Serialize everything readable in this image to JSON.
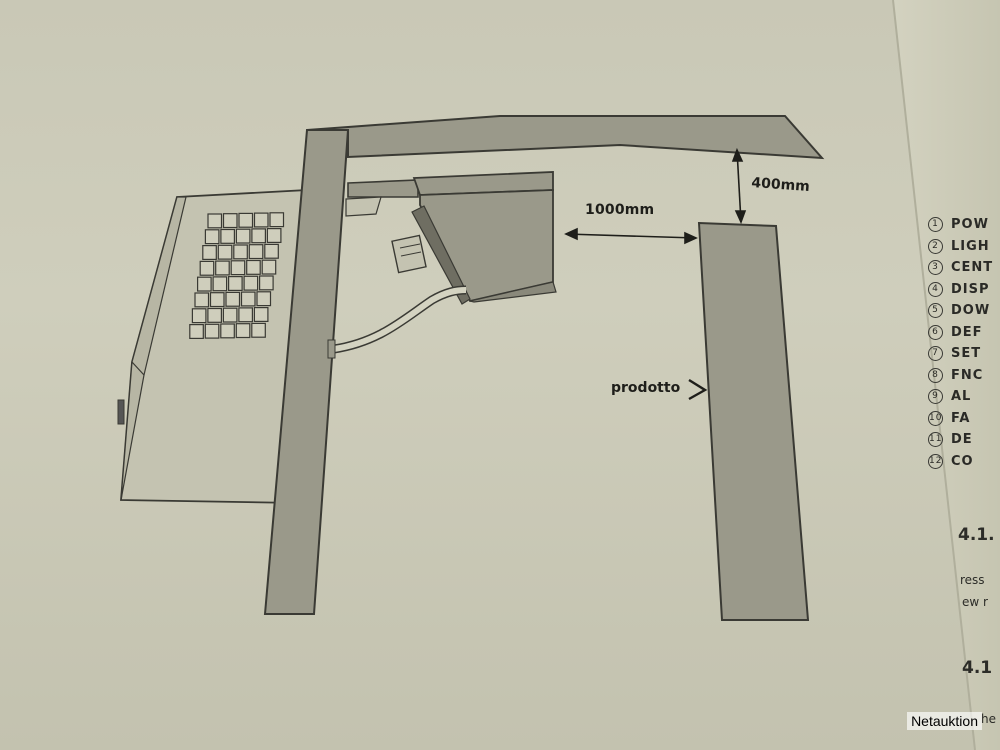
{
  "figure": {
    "dim_horizontal": "1000mm",
    "dim_vertical": "400mm",
    "product_label": "prodotto"
  },
  "right_page": {
    "list": [
      {
        "num": "1",
        "text": "POW"
      },
      {
        "num": "2",
        "text": "LIGH"
      },
      {
        "num": "3",
        "text": "CENT"
      },
      {
        "num": "4",
        "text": "DISP"
      },
      {
        "num": "5",
        "text": "DOW"
      },
      {
        "num": "6",
        "text": "DEF"
      },
      {
        "num": "7",
        "text": "SET"
      },
      {
        "num": "8",
        "text": "FNC"
      },
      {
        "num": "9",
        "text": "AL"
      },
      {
        "num": "10",
        "text": "FA"
      },
      {
        "num": "11",
        "text": "DE"
      },
      {
        "num": "12",
        "text": "CO"
      }
    ],
    "section_1": "4.1.",
    "fragment_1": "ress",
    "fragment_2": "ew r",
    "section_2": "4.1",
    "fragment_3": "he"
  },
  "watermark": "Netauktion",
  "colors": {
    "paper": "#cfcebc",
    "drawing_fill": "#9a998a",
    "drawing_stroke": "#3a3a34",
    "text": "#1e1e1a"
  }
}
